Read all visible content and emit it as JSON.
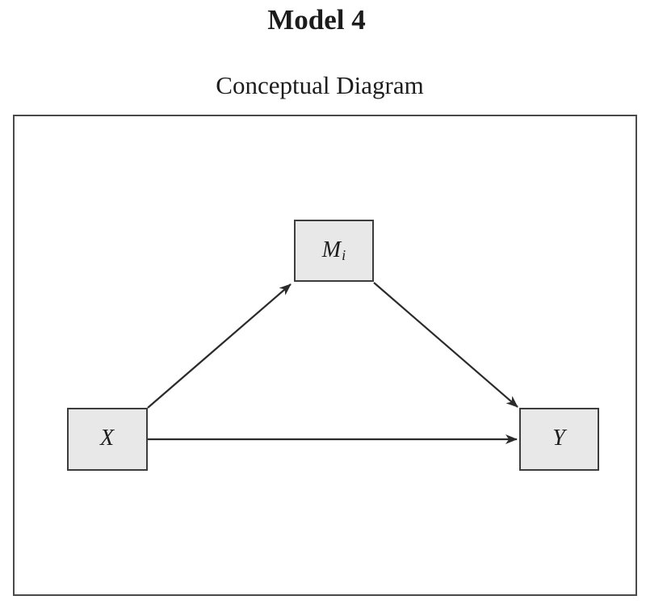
{
  "document": {
    "title": "Model 4",
    "subtitle": "Conceptual Diagram"
  },
  "diagram": {
    "type": "path-diagram",
    "nodes": [
      {
        "id": "Mi",
        "label": "M",
        "subscript": "i",
        "role": "mediator"
      },
      {
        "id": "X",
        "label": "X",
        "subscript": "",
        "role": "independent-variable"
      },
      {
        "id": "Y",
        "label": "Y",
        "subscript": "",
        "role": "dependent-variable"
      }
    ],
    "edges": [
      {
        "from": "X",
        "to": "Mi"
      },
      {
        "from": "Mi",
        "to": "Y"
      },
      {
        "from": "X",
        "to": "Y"
      }
    ]
  },
  "colors": {
    "node_fill": "#e8e8e8",
    "node_border": "#3c3c3c",
    "arrow": "#2b2b2b",
    "frame_border": "#4a4a4a",
    "text": "#1c1c1c",
    "background": "#ffffff"
  }
}
